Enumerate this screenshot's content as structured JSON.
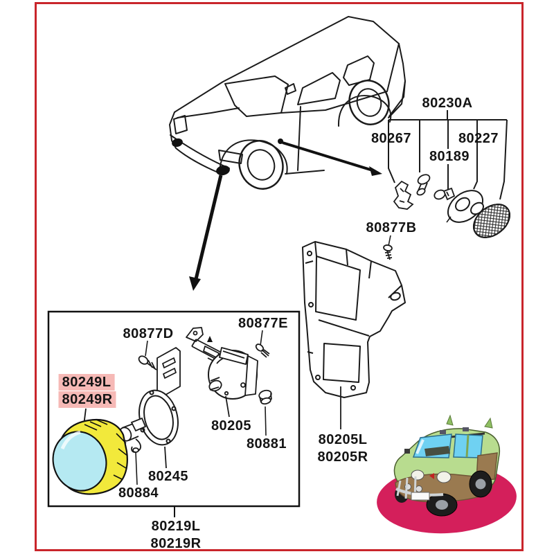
{
  "diagram_type": "parts-catalog-exploded-view",
  "colors": {
    "frame_red": "#c9252b",
    "line_black": "#1a1a1a",
    "highlight_pink": "#f6b9b6",
    "lamp_yellow": "#f2e93b",
    "lens_cyan": "#b5e9f2",
    "base_magenta": "#d41f5b",
    "mascot_green": "#b8dc8f",
    "mascot_brown": "#9a7a50",
    "mascot_window_blue": "#6fd1f2"
  },
  "callouts": [
    {
      "text": "80230A",
      "highlight": false
    },
    {
      "text": "80267",
      "highlight": false
    },
    {
      "text": "80227",
      "highlight": false
    },
    {
      "text": "80189",
      "highlight": false
    },
    {
      "text": "80877B",
      "highlight": false
    },
    {
      "text": "80877D",
      "highlight": false
    },
    {
      "text": "80877E",
      "highlight": false
    },
    {
      "text": "80249L",
      "highlight": true
    },
    {
      "text": "80249R",
      "highlight": true
    },
    {
      "text": "80205",
      "highlight": false
    },
    {
      "text": "80881",
      "highlight": false
    },
    {
      "text": "80245",
      "highlight": false
    },
    {
      "text": "80884",
      "highlight": false
    },
    {
      "text": "80219L",
      "highlight": false
    },
    {
      "text": "80219R",
      "highlight": false
    },
    {
      "text": "80205L",
      "highlight": false
    },
    {
      "text": "80205R",
      "highlight": false
    }
  ]
}
